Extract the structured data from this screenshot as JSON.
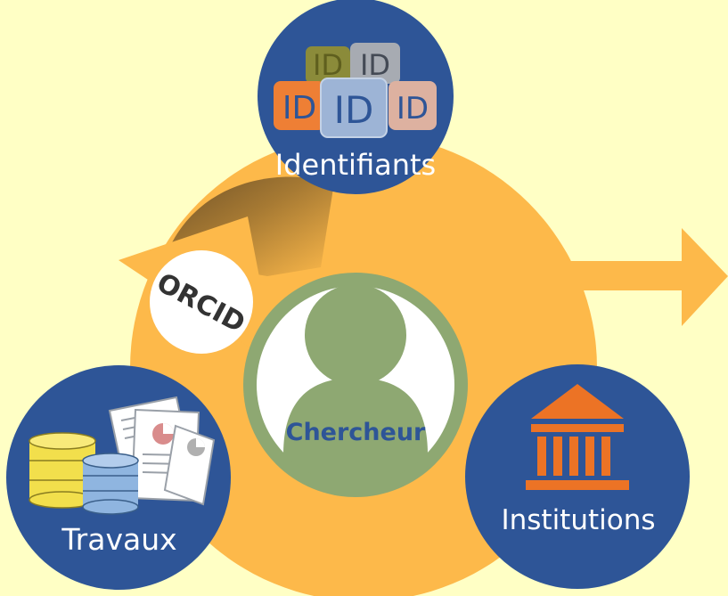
{
  "nodes": {
    "center": {
      "label": "Chercheur"
    },
    "top": {
      "label": "Identifiants",
      "id_tiles": [
        "ID",
        "ID",
        "ID",
        "ID",
        "ID"
      ]
    },
    "left": {
      "label": "Travaux"
    },
    "right": {
      "label": "Institutions"
    },
    "badge": {
      "label": "ORCID"
    }
  },
  "colors": {
    "background": "#ffffc5",
    "orange_disc": "#fdb94a",
    "navy_circle": "#2e5597",
    "person_green": "#8ea872",
    "ring_green": "#8ea872",
    "institution_orange": "#ec7325",
    "center_label": "#2e5597"
  },
  "icons": {
    "top": "id-tiles-icon",
    "left": "database-documents-icon",
    "right": "institution-building-icon",
    "center": "person-icon",
    "arrow": "right-arrow-icon"
  }
}
